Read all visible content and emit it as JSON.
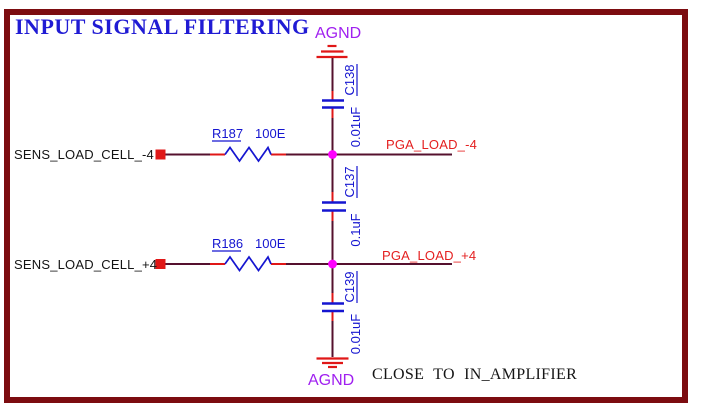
{
  "page": {
    "title": "INPUT SIGNAL FILTERING",
    "note": "CLOSE TO IN_AMPLIFIER"
  },
  "power": {
    "agnd_top": "AGND",
    "agnd_bottom": "AGND"
  },
  "nets": {
    "sens_load_cell_minus4": "SENS_LOAD_CELL_-4",
    "sens_load_cell_plus4": "SENS_LOAD_CELL_+4",
    "pga_load_minus4": "PGA_LOAD_-4",
    "pga_load_plus4": "PGA_LOAD_+4"
  },
  "components": {
    "r187": {
      "ref": "R187",
      "value": "100E"
    },
    "r186": {
      "ref": "R186",
      "value": "100E"
    },
    "c138": {
      "ref": "C138",
      "value": "0.01uF"
    },
    "c137": {
      "ref": "C137",
      "value": "0.1uF"
    },
    "c139": {
      "ref": "C139",
      "value": "0.01uF"
    }
  },
  "colors": {
    "page_border": "#7c0c10",
    "wire": "#55102e",
    "pin_red": "#e01717",
    "component_blue": "#1515d0",
    "junction_magenta": "#ff00ff",
    "net_label_red": "#e42020",
    "power_label_purple": "#a020f0",
    "title_blue": "#201bd4",
    "text_black": "#141414"
  }
}
